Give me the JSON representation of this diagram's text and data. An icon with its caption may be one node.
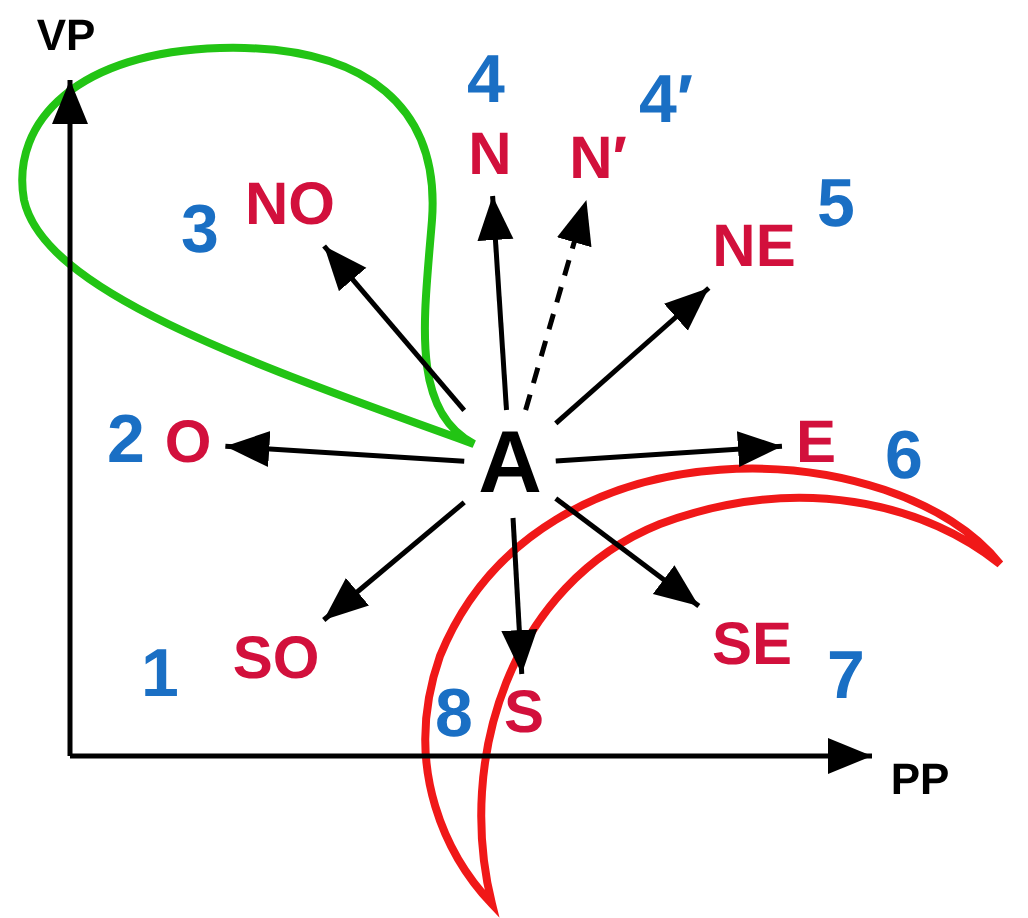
{
  "diagram": {
    "nodes": [
      {
        "text": [
          "A"
        ]
      },
      {
        "text": [
          "N"
        ],
        "beside": [
          "4"
        ]
      },
      {
        "text": [
          "N′"
        ],
        "beside": [
          "4′"
        ]
      },
      {
        "text": [
          "NE"
        ],
        "beside": [
          "5"
        ]
      },
      {
        "text": [
          "E"
        ],
        "beside": [
          "6"
        ]
      },
      {
        "text": [
          "SE"
        ],
        "beside": [
          "7"
        ]
      },
      {
        "text": [
          "S"
        ],
        "beside": [
          "8"
        ]
      },
      {
        "text": [
          "SO"
        ],
        "beside": [
          "1"
        ]
      },
      {
        "text": [
          "O"
        ],
        "beside": [
          "2"
        ]
      },
      {
        "text": [
          "NO"
        ],
        "beside": [
          "3"
        ]
      }
    ],
    "edges": [
      {
        "from": 0,
        "to": 1,
        "arrow": "to"
      },
      {
        "from": 0,
        "to": 2,
        "arrow": "to",
        "style": "dashed"
      },
      {
        "from": 0,
        "to": 3,
        "arrow": "to"
      },
      {
        "from": 0,
        "to": 4,
        "arrow": "to"
      },
      {
        "from": 0,
        "to": 5,
        "arrow": "to"
      },
      {
        "from": 0,
        "to": 6,
        "arrow": "to"
      },
      {
        "from": 0,
        "to": 7,
        "arrow": "to"
      },
      {
        "from": 0,
        "to": 8,
        "arrow": "to"
      },
      {
        "from": 0,
        "to": 9,
        "arrow": "to"
      }
    ],
    "labels": [
      "VP",
      "PP"
    ]
  }
}
